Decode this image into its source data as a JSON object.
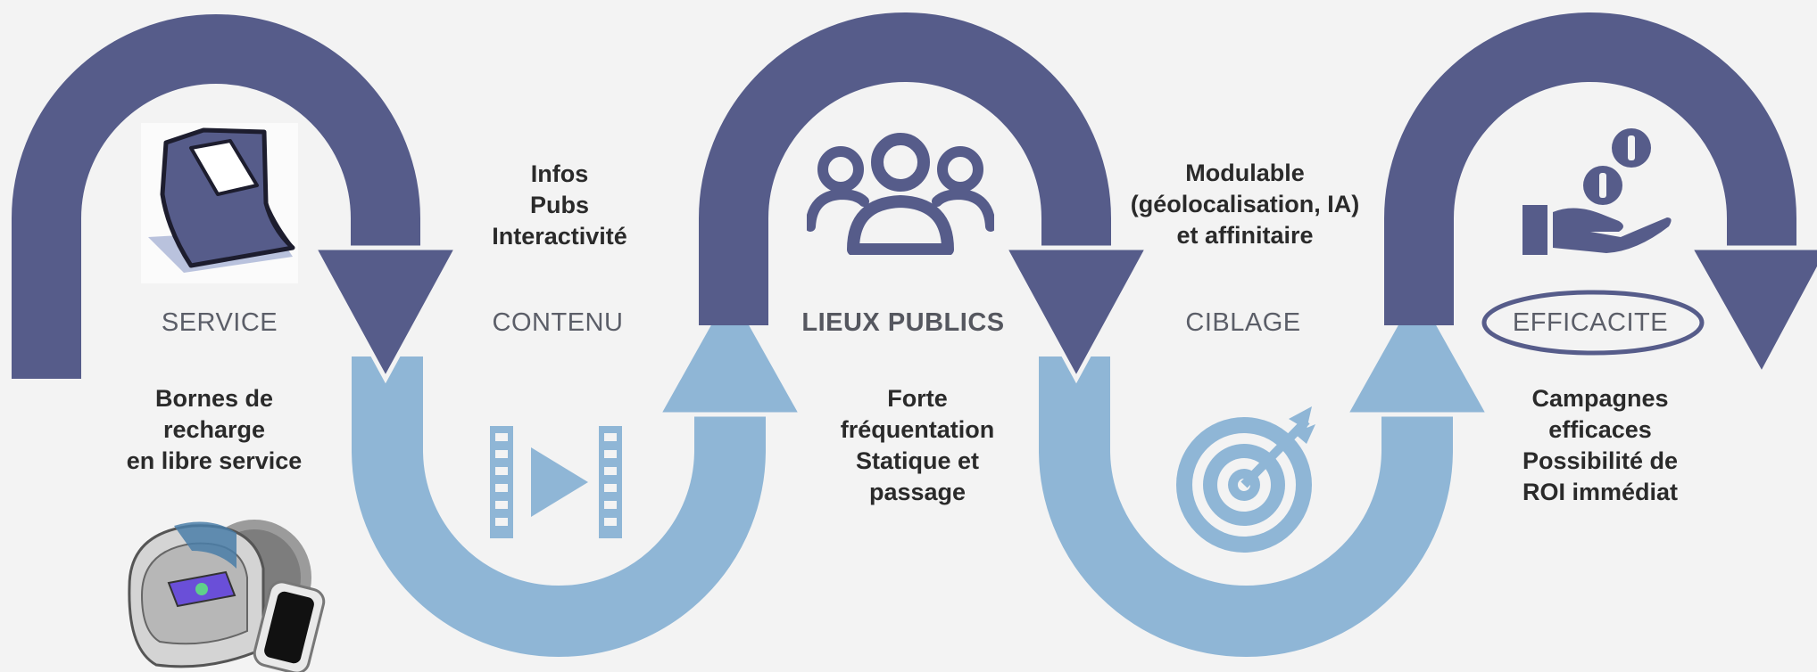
{
  "stages": [
    {
      "label": "SERVICE",
      "description": [
        "Bornes de",
        "recharge",
        "en libre service"
      ],
      "icon": "kiosk-icon"
    },
    {
      "label": "CONTENU",
      "description": [
        "Infos",
        "Pubs",
        "Interactivité"
      ],
      "icon": "video-film-icon"
    },
    {
      "label": "LIEUX PUBLICS",
      "description": [
        "Forte",
        "fréquentation",
        "Statique et",
        "passage"
      ],
      "icon": "people-group-icon"
    },
    {
      "label": "CIBLAGE",
      "description": [
        "Modulable",
        "(géolocalisation, IA)",
        "et affinitaire"
      ],
      "icon": "target-icon"
    },
    {
      "label": "EFFICACITE",
      "description": [
        "Campagnes",
        "efficaces",
        "Possibilité de",
        "ROI immédiat"
      ],
      "icon": "coins-hand-icon"
    }
  ],
  "colors": {
    "dark_arrow": "#565c8a",
    "light_arrow": "#8fb6d6",
    "background": "#f3f3f3"
  }
}
